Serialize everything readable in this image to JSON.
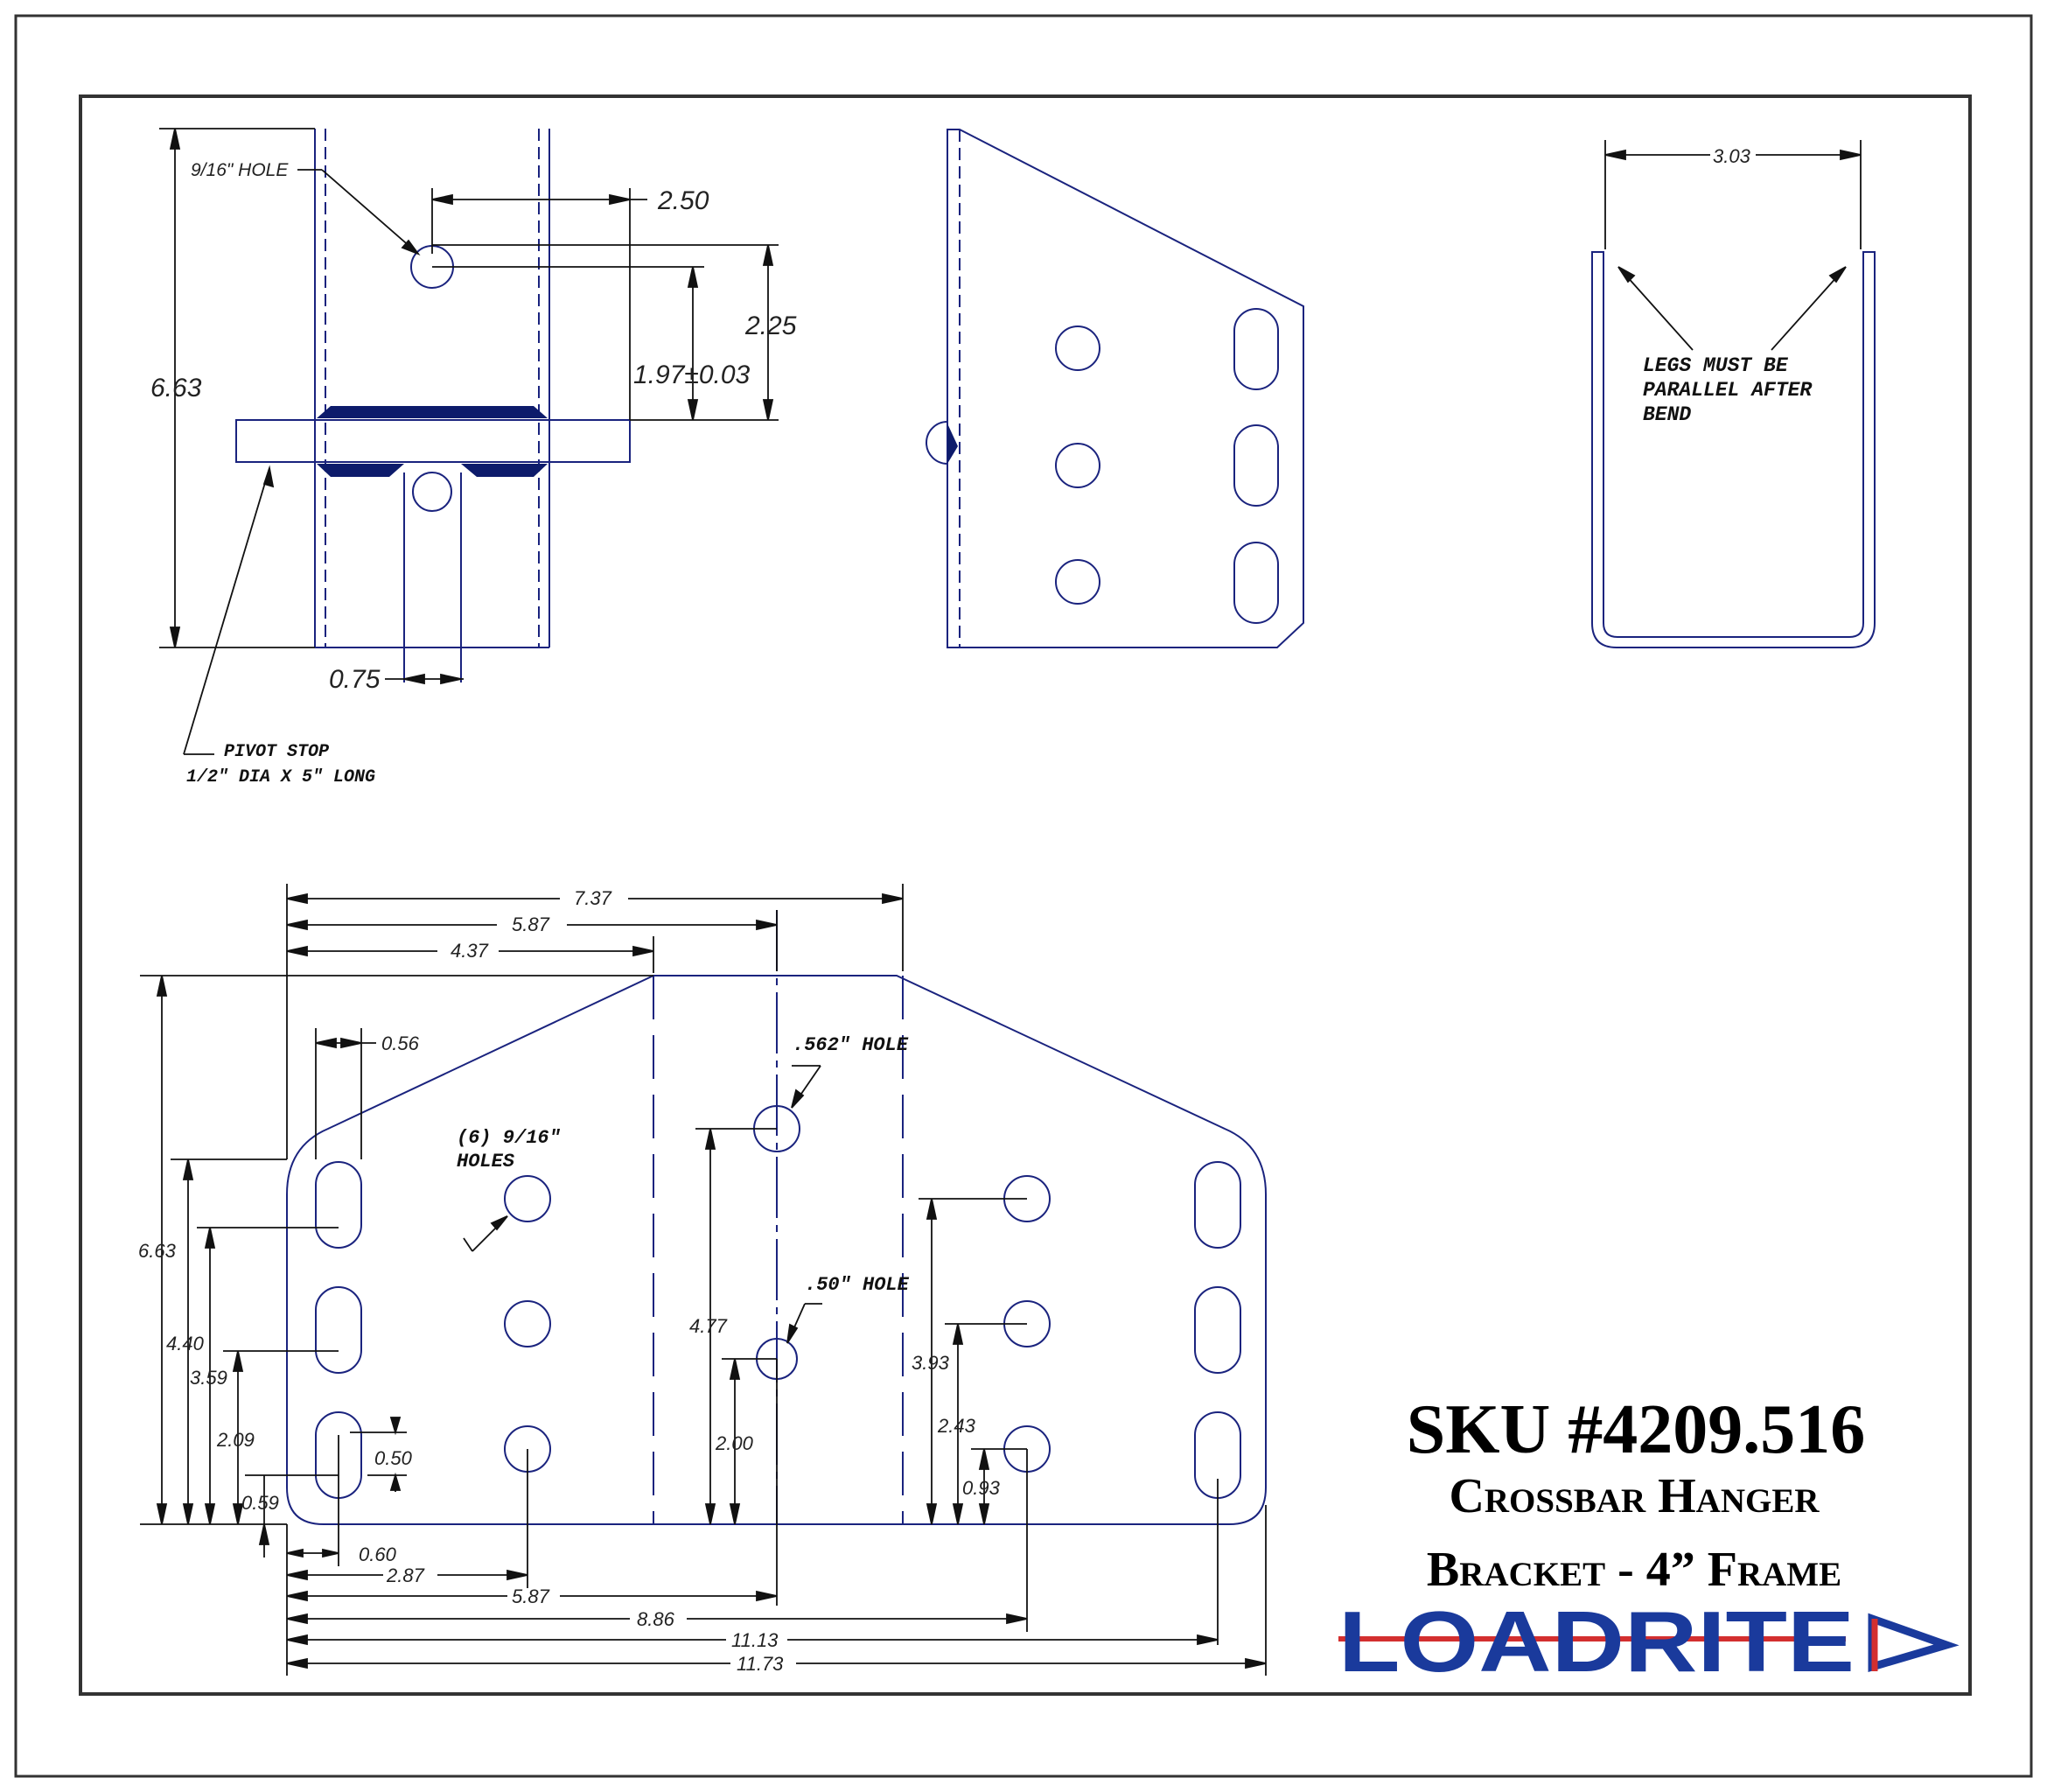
{
  "colors": {
    "part_outline": "#1a237e",
    "dimension_line": "#111111",
    "weld_fill": "#0d1b6b",
    "logo_blue": "#1a3a9c",
    "logo_red": "#d32f2f",
    "sheet_border": "#333333"
  },
  "side_view": {
    "hole_label": "9/16\" HOLE",
    "dim_overall_height": "6.63",
    "dim_hole_offset": "2.50",
    "dim_hole_to_plate": "2.25",
    "dim_tolerance": "1.97±0.03",
    "dim_slot_width": "0.75",
    "pivot_stop_line1": "PIVOT STOP",
    "pivot_stop_line2": "1/2\" DIA X 5\" LONG"
  },
  "end_view": {
    "dim_width": "3.03",
    "note_line1": "LEGS MUST BE",
    "note_line2": "PARALLEL AFTER",
    "note_line3": "BEND"
  },
  "flat_pattern": {
    "dims_top": [
      "7.37",
      "5.87",
      "4.37"
    ],
    "dim_slot_width": "0.56",
    "holes_label_line1": "(6) 9/16\"",
    "holes_label_line2": "HOLES",
    "hole_562_label": ".562\" HOLE",
    "hole_50_label": ".50\" HOLE",
    "dims_left": [
      "6.63",
      "4.40",
      "3.59",
      "2.09",
      "0.59"
    ],
    "dim_slot_len": "0.50",
    "dim_center_4_77": "4.77",
    "dim_center_2_00": "2.00",
    "dim_right_3_93": "3.93",
    "dim_right_2_43": "2.43",
    "dim_right_0_93": "0.93",
    "dims_bottom": [
      "0.60",
      "2.87",
      "5.87",
      "8.86",
      "11.13",
      "11.73"
    ]
  },
  "title_block": {
    "sku": "SKU #4209.516",
    "line1": "Crossbar Hanger",
    "line2": "Bracket - 4” Frame",
    "logo_text": "LOADRITE"
  }
}
